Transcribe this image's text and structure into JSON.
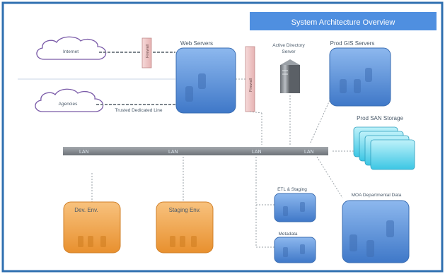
{
  "title": "System Architecture Overview",
  "nodes": {
    "internet": "Internet",
    "agencies": "Agencies",
    "trusted_line": "Trusted Dedicated Line",
    "firewall_left": "Firewall",
    "firewall_right": "Firewall",
    "web_servers": "Web Servers",
    "ad_server_line1": "Active Directory",
    "ad_server_line2": "Server",
    "prod_gis": "Prod GIS Servers",
    "prod_san": "Prod SAN Storage",
    "etl_staging": "ETL & Staging",
    "metadata": "Metadata",
    "moa_data": "MOA Departmental Data",
    "dev_env": "Dev. Env.",
    "staging_env": "Staging Env."
  },
  "lan_labels": [
    "LAN",
    "LAN",
    "LAN",
    "LAN"
  ],
  "colors": {
    "border": "#2f6fb0",
    "title_bg": "#4f8fe0",
    "server_blue": "#5b8fd6",
    "server_orange": "#f0a24a",
    "lan_bar": "#8a8f94",
    "firewall": "#f2c8c8",
    "cloud": "#7a5aa8",
    "storage": "#5fd4ec"
  }
}
